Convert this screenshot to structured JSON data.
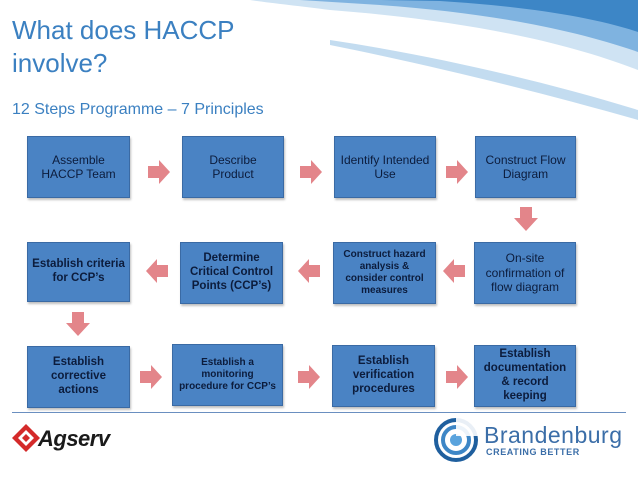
{
  "title": "What does HACCP involve?",
  "subtitle": "12 Steps Programme – 7 Principles",
  "steps": {
    "s1": "Assemble HACCP Team",
    "s2": "Describe Product",
    "s3": "Identify Intended Use",
    "s4": "Construct Flow Diagram",
    "s5": "On-site confirmation of flow diagram",
    "s6": "Construct hazard analysis & consider control measures",
    "s7": "Determine Critical Control Points (CCP’s)",
    "s8": "Establish criteria for CCP’s",
    "s9": "Establish corrective actions",
    "s10": "Establish a monitoring procedure for CCP’s",
    "s11": "Establish verification procedures",
    "s12": "Establish documentation & record keeping"
  },
  "logos": {
    "agserv": "Agserv",
    "brandenburg": "Brandenburg",
    "tagline": "CREATING BETTER"
  },
  "colors": {
    "box": "#4a83c4",
    "arrow": "#e3858a",
    "title": "#3b80c1"
  }
}
